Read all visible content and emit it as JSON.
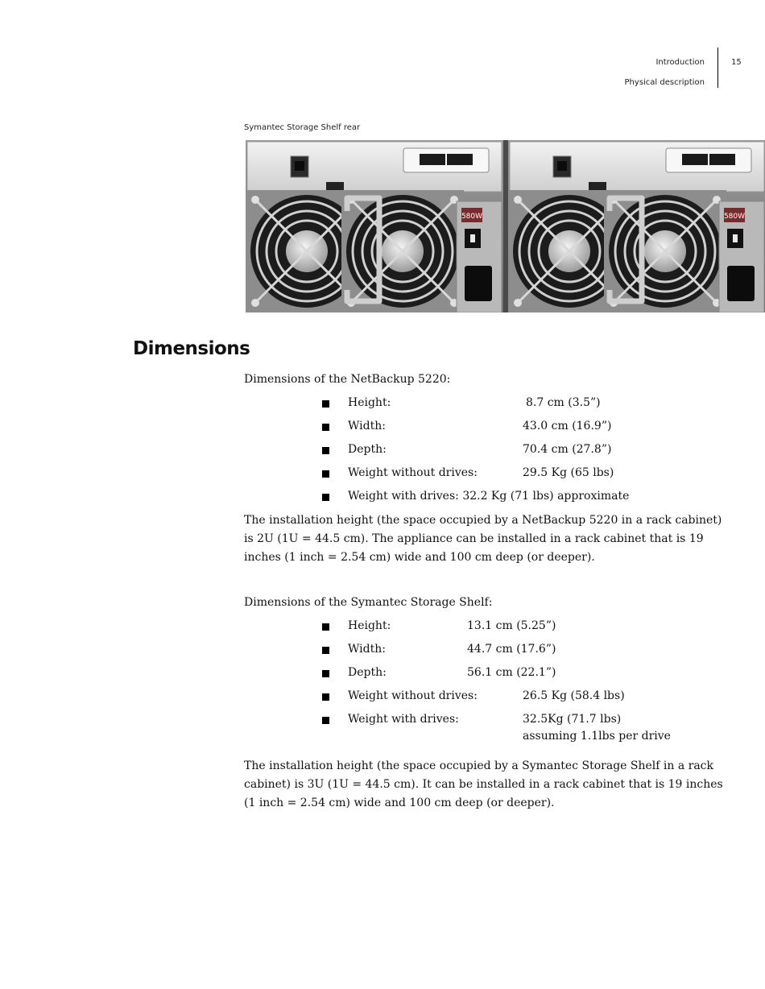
{
  "header": {
    "chapter": "Introduction",
    "section": "Physical description",
    "page_number": "15"
  },
  "figure": {
    "caption": "Symantec Storage Shelf rear",
    "psu_label": "580W"
  },
  "dimensions": {
    "heading": "Dimensions",
    "netbackup": {
      "intro": "Dimensions of the NetBackup 5220:",
      "items": [
        {
          "label": "Height:",
          "value": "8.7 cm (3.5”)"
        },
        {
          "label": "Width:",
          "value": "43.0 cm (16.9”)"
        },
        {
          "label": "Depth:",
          "value": "70.4 cm (27.8”)"
        },
        {
          "label": "Weight without drives:",
          "value": "29.5 Kg (65 lbs)"
        },
        {
          "label": "Weight with drives:",
          "value": "32.2 Kg (71 lbs) approximate"
        }
      ],
      "paragraph": "The installation height (the space occupied by a NetBackup 5220 in a rack cabinet) is 2U (1U = 44.5 cm). The appliance can be installed in a rack cabinet that is 19 inches (1 inch = 2.54 cm) wide and 100 cm deep (or deeper)."
    },
    "storage_shelf": {
      "intro": "Dimensions of the Symantec Storage Shelf:",
      "items": [
        {
          "label": "Height:",
          "value": "13.1 cm (5.25”)"
        },
        {
          "label": "Width:",
          "value": "44.7 cm (17.6”)"
        },
        {
          "label": "Depth:",
          "value": "56.1 cm (22.1”)"
        },
        {
          "label": "Weight without drives:",
          "value": "26.5 Kg (58.4 lbs)"
        },
        {
          "label": "Weight with drives:",
          "value": "32.5Kg (71.7 lbs)",
          "note": "assuming 1.1lbs per drive"
        }
      ],
      "paragraph": "The installation height (the space occupied by a Symantec Storage Shelf in a rack cabinet) is 3U (1U = 44.5 cm). It can be installed in a rack cabinet that is 19 inches (1 inch = 2.54 cm) wide and 100 cm deep (or deeper)."
    }
  },
  "colors": {
    "text": "#111111",
    "psu_badge": "#7a2a2a"
  }
}
